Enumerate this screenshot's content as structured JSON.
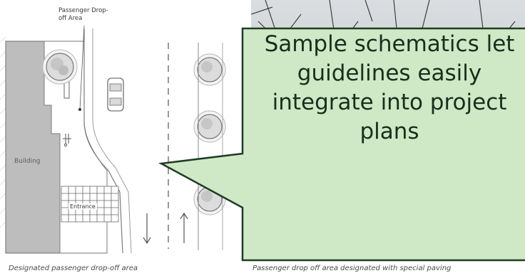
{
  "plan": {
    "dropoff_label": "Passenger Drop-off Area",
    "building_label": "Building",
    "entrance_label": "Entrance",
    "caption": "Designated passenger drop-off area"
  },
  "photo": {
    "caption": "Passenger drop off area designated with special paving"
  },
  "callout": {
    "text": "Sample schematics let guidelines easily integrate into project plans",
    "fill_color": "#cfe9c7",
    "border_color": "#1f3d24"
  }
}
